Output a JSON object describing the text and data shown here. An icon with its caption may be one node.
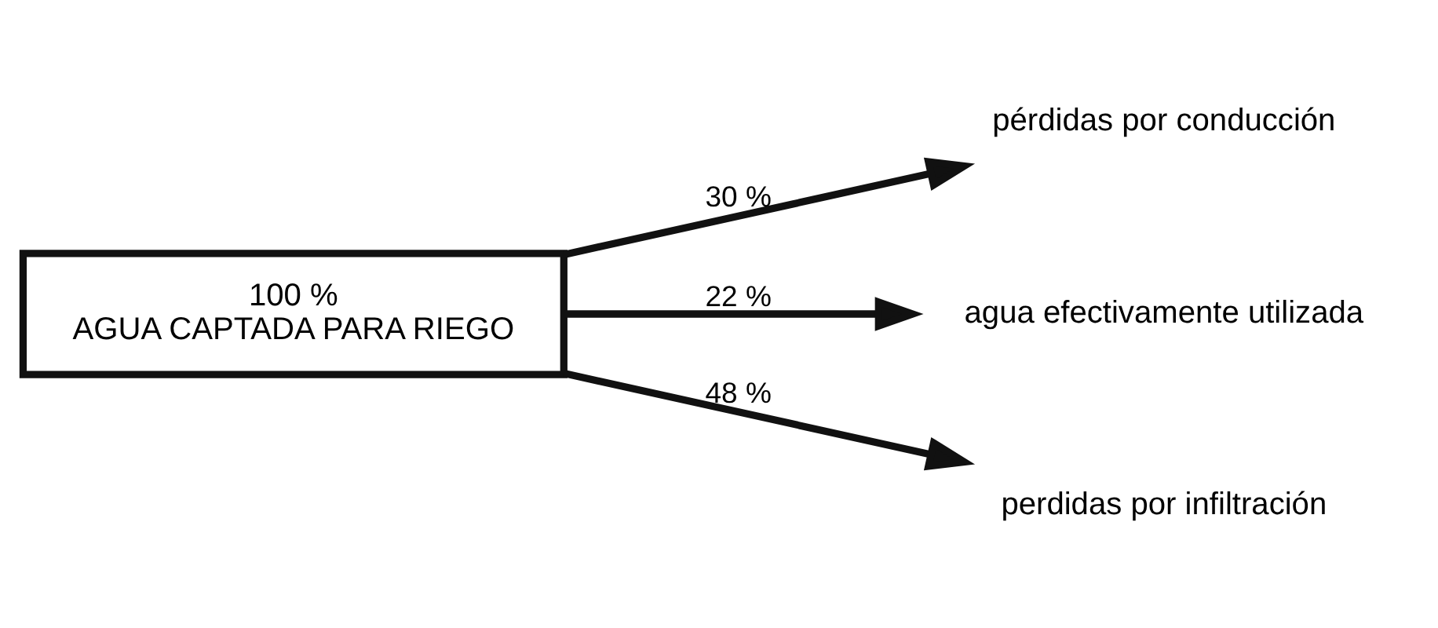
{
  "diagram": {
    "nodes": [
      {
        "text": [
          "100 %",
          "AGUA CAPTADA PARA RIEGO"
        ]
      },
      {
        "text": [
          "pérdidas por conducción"
        ]
      },
      {
        "text": [
          "agua efectivamente utilizada"
        ]
      },
      {
        "text": [
          "perdidas por infiltración"
        ]
      }
    ],
    "edges": [
      {
        "from": 0,
        "to": 1,
        "arrow": "to",
        "label": "30 %"
      },
      {
        "from": 0,
        "to": 2,
        "arrow": "to",
        "label": "22 %"
      },
      {
        "from": 0,
        "to": 3,
        "arrow": "to",
        "label": "48 %"
      }
    ]
  }
}
